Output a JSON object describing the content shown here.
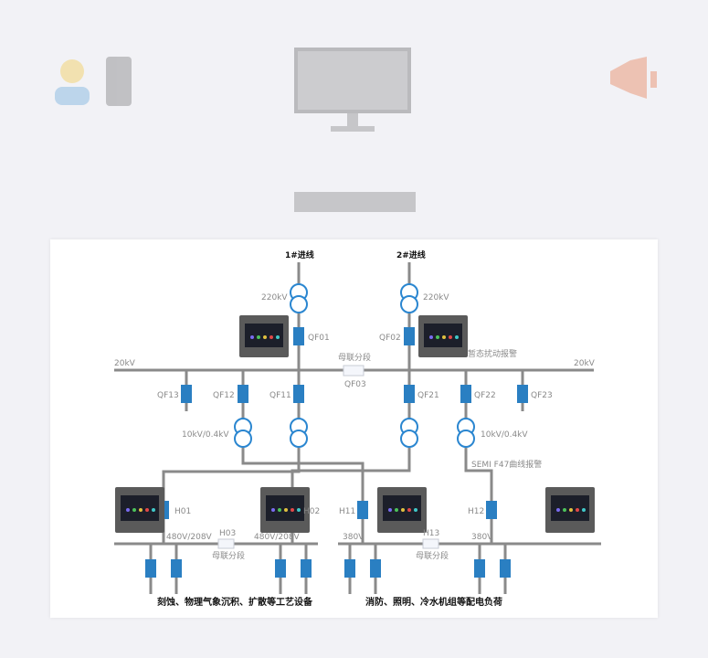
{
  "incoming": [
    {
      "label": "1#进线",
      "transformer": "220kV",
      "breaker": "QF01"
    },
    {
      "label": "2#进线",
      "transformer": "220kV",
      "breaker": "QF02"
    }
  ],
  "bus_20kv": {
    "left_label": "20kV",
    "right_label": "20kV",
    "tie_label": "母联分段",
    "tie_breaker": "QF03"
  },
  "alarm_top": "暂态扰动报警",
  "feeders": [
    "QF13",
    "QF12",
    "QF11",
    "QF21",
    "QF22",
    "QF23"
  ],
  "transformer_10kv": "10kV/0.4kV",
  "semi_alarm": "SEMI F47曲线报警",
  "low_breakers": [
    "H01",
    "H02",
    "H11",
    "H12"
  ],
  "low_bus": {
    "left_voltage": "480V/208V",
    "right_voltage": "380V",
    "left_tie": "H03",
    "right_tie": "H13",
    "tie_label": "母联分段"
  },
  "loads": {
    "left": "刻蚀、物理气象沉积、扩散等工艺设备",
    "right": "消防、照明、冷水机组等配电负荷"
  },
  "colors": {
    "breaker": "#2a7fc2",
    "line": "#8a8a8a",
    "transformer": "#2a86d0"
  }
}
